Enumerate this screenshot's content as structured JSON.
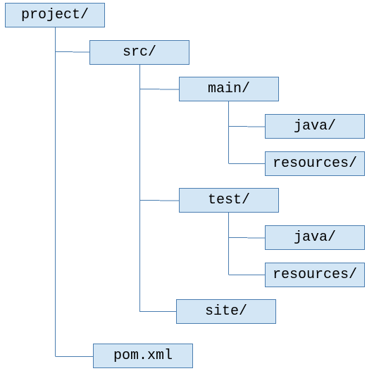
{
  "tree": {
    "root": "project/",
    "src": "src/",
    "main": "main/",
    "main_java": "java/",
    "main_resources": "resources/",
    "test": "test/",
    "test_java": "java/",
    "test_resources": "resources/",
    "site": "site/",
    "pom": "pom.xml"
  },
  "colors": {
    "node_fill": "#d3e6f5",
    "node_border": "#4a7db0",
    "connector": "#4a7db0"
  }
}
